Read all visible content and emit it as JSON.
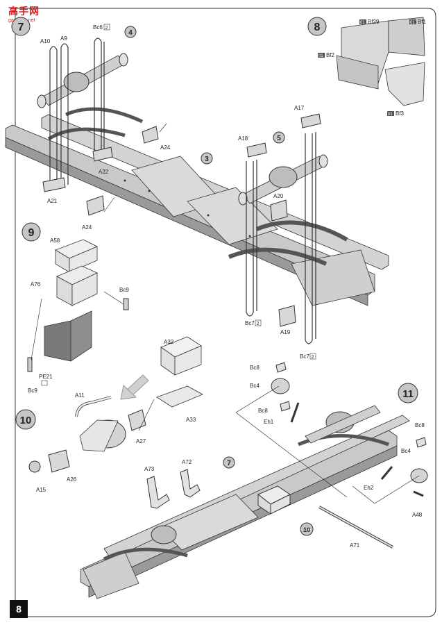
{
  "watermark": {
    "title": "高手网",
    "url": "gaoshou.net"
  },
  "page_number": "8",
  "steps": {
    "s7": "7",
    "s8": "8",
    "s9": "9",
    "s10": "10",
    "s11": "11"
  },
  "callouts": {
    "c3": "3",
    "c4": "4",
    "c5": "5",
    "c7": "7",
    "c10": "10"
  },
  "labels": {
    "A10": "A10",
    "A9": "A9",
    "Bc6": "Bc6",
    "x2a": "2",
    "A24a": "A24",
    "A22": "A22",
    "A21": "A21",
    "A24b": "A24",
    "A17": "A17",
    "A18": "A18",
    "A20": "A20",
    "Bc7a": "Bc7",
    "x2b": "2",
    "A19": "A19",
    "Bc7b": "Bc7",
    "x2c": "2",
    "B01a": "01",
    "Bf29": "Bf29",
    "B01b": "01",
    "Bf1": "Bf1",
    "B01c": "01",
    "Bf2": "Bf2",
    "B01d": "01",
    "Bf3": "Bf3",
    "A58": "A58",
    "A76": "A76",
    "Bc9a": "Bc9",
    "Bc9b": "Bc9",
    "PE21": "PE21",
    "A32": "A32",
    "A33": "A33",
    "A11": "A11",
    "A27": "A27",
    "A26": "A26",
    "A15": "A15",
    "A73": "A73",
    "A72": "A72",
    "Bc8a": "Bc8",
    "Bc4a": "Bc4",
    "Bc8b": "Bc8",
    "Eh1": "Eh1",
    "Bc8c": "Bc8",
    "Bc4b": "Bc4",
    "Eh2": "Eh2",
    "A48": "A48",
    "A71": "A71"
  },
  "colors": {
    "frame": "#c9c9c9",
    "frame_dark": "#8a8a8a",
    "line": "#222222",
    "bracket": "#7a7a7a",
    "arrow": "#d0d0d0"
  }
}
